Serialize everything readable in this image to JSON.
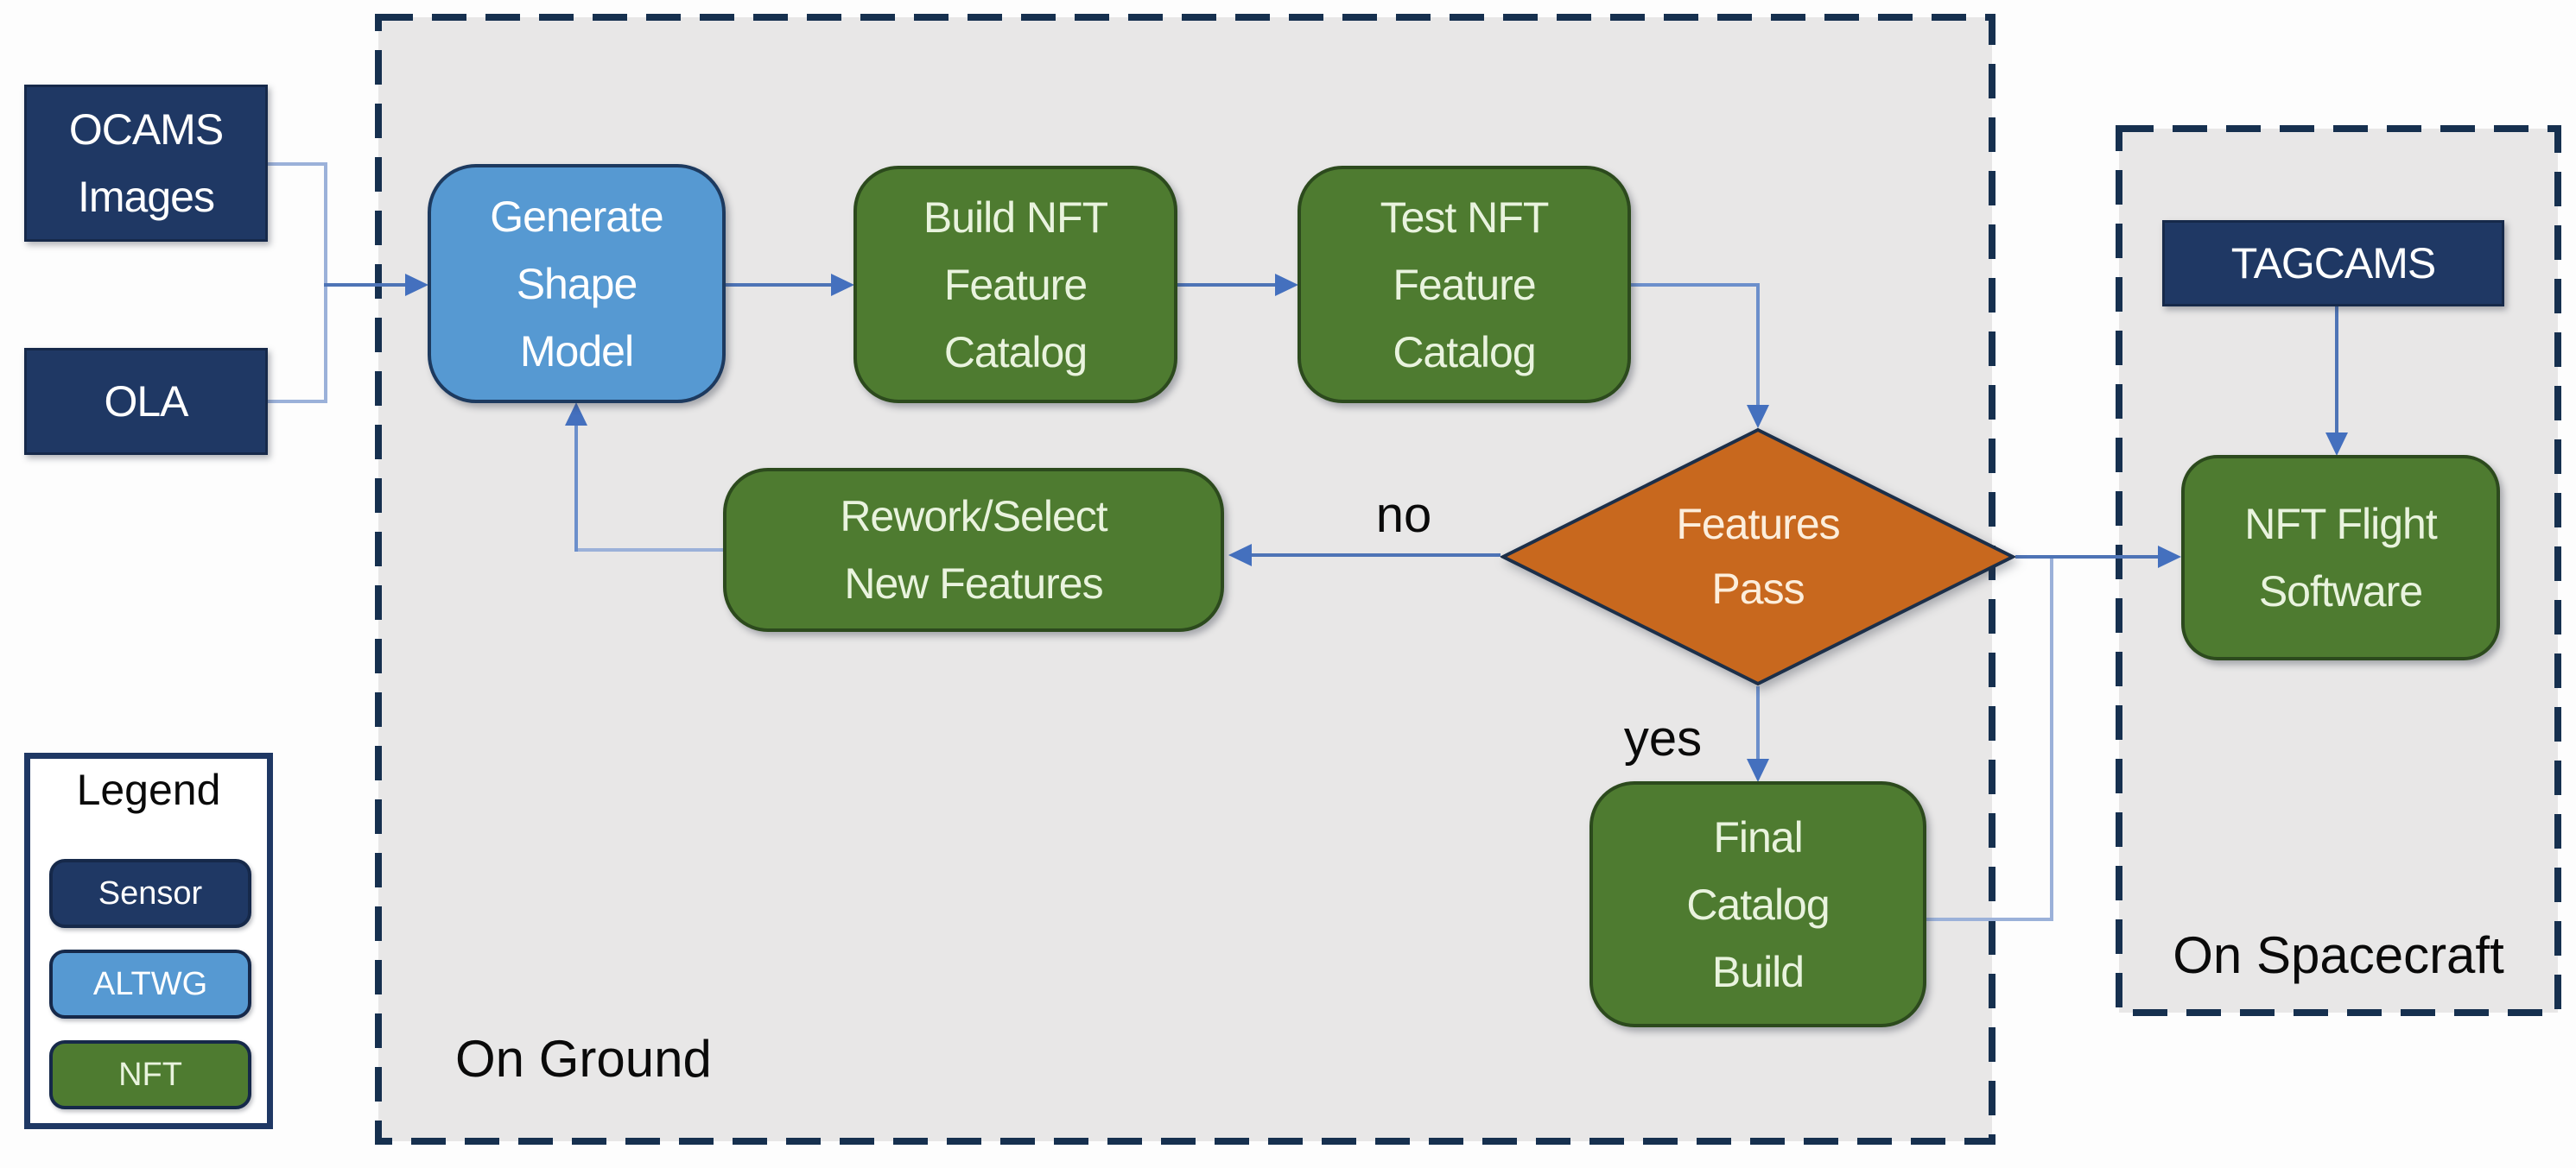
{
  "diagram_title": "NFT feature catalog build flow",
  "colors": {
    "sensor_navy": "#1F3864",
    "altwg_blue": "#5699D2",
    "nft_green": "#4E7B30",
    "decision_orange": "#C8681E",
    "region_background": "#E8E7E7",
    "connector_blue": "#4470BE",
    "green_box_text": "#E9F3DE",
    "diamond_text": "#FCEEDC"
  },
  "sources": {
    "ocams": {
      "label": "OCAMS\nImages"
    },
    "ola": {
      "label": "OLA"
    }
  },
  "regions": {
    "ground": {
      "label": "On Ground"
    },
    "spacecraft": {
      "label": "On Spacecraft"
    }
  },
  "process": {
    "generate_shape_model": {
      "label": "Generate\nShape\nModel"
    },
    "build_nft_feature_catalog": {
      "label": "Build NFT\nFeature\nCatalog"
    },
    "test_nft_feature_catalog": {
      "label": "Test NFT\nFeature\nCatalog"
    },
    "features_pass": {
      "label": "Features\nPass"
    },
    "rework_select_new_features": {
      "label": "Rework/Select\nNew Features"
    },
    "final_catalog_build": {
      "label": "Final\nCatalog\nBuild"
    },
    "tagcams": {
      "label": "TAGCAMS"
    },
    "nft_flight_software": {
      "label": "NFT Flight\nSoftware"
    }
  },
  "decision_labels": {
    "no": "no",
    "yes": "yes"
  },
  "legend": {
    "title": "Legend",
    "items": [
      {
        "label": "Sensor",
        "color": "#1F3864"
      },
      {
        "label": "ALTWG",
        "color": "#5699D2"
      },
      {
        "label": "NFT",
        "color": "#4E7B30"
      }
    ]
  }
}
